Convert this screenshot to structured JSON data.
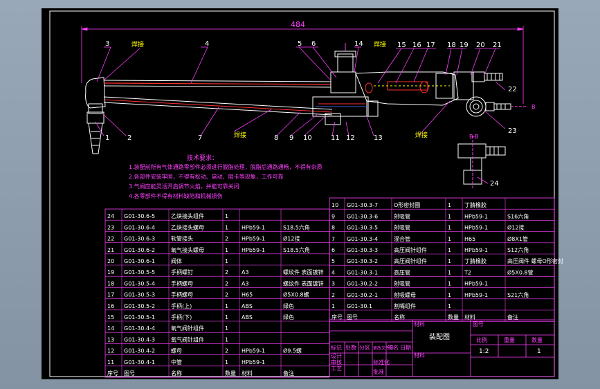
{
  "colors": {
    "background": "#000000",
    "frame": "#ffffff",
    "outline": "#ffffff",
    "dimension": "#ff40ff",
    "table": "#ff40ff",
    "red": "#ff3030",
    "yellow": "#ffff00",
    "accent_blue": "#3a5fcd"
  },
  "drawing": {
    "overall_dim": "484",
    "weld_labels": [
      "焊接",
      "焊接",
      "焊接",
      "焊接"
    ],
    "section_label": "B-B",
    "arrow_label": "B",
    "balloons": [
      "3",
      "4",
      "5",
      "6",
      "14",
      "15",
      "16",
      "17",
      "18",
      "19",
      "20",
      "21",
      "22",
      "23",
      "24",
      "1",
      "2",
      "7",
      "8",
      "9",
      "10",
      "11",
      "12",
      "13"
    ]
  },
  "tech_req": {
    "title": "技术要求：",
    "items": [
      "1.装配前所有气体通路零部件必须进行脱脂处理，脱脂后通路通畅，不得有杂质",
      "2.各部件安装牢固，不得有松动、晃动、阻卡等现象，工作可靠",
      "3.气阀应能灵活开启调节火焰，并能可靠关闭",
      "4.各零部件不得有材料缺陷和机械损伤"
    ]
  },
  "bom_left": [
    [
      "24",
      "G01-30.6-5",
      "乙炔接头组件",
      "1",
      "",
      "",
      ""
    ],
    [
      "23",
      "G01-30.6-4",
      "乙炔接头螺母",
      "1",
      "HPb59-1",
      "S18.5六角",
      ""
    ],
    [
      "22",
      "G01-30.6-3",
      "软管接头",
      "2",
      "HPb59-1",
      "Ø12接",
      ""
    ],
    [
      "21",
      "G01-30.6-2",
      "氧气接头螺母",
      "1",
      "HPb59-1",
      "S18.5六角",
      ""
    ],
    [
      "20",
      "G01-30.6-1",
      "阀体",
      "1",
      "",
      "",
      ""
    ],
    [
      "19",
      "G01-30.5-5",
      "手柄螺钉",
      "2",
      "A3",
      "螺纹件 表面镀锌",
      ""
    ],
    [
      "18",
      "G01-30.5-4",
      "手柄螺母",
      "2",
      "A3",
      "螺纹件 表面镀锌",
      ""
    ],
    [
      "17",
      "G01-30.5-3",
      "手柄螺母",
      "2",
      "H65",
      "Ø5X0.8螺",
      ""
    ],
    [
      "16",
      "G01-30.5-2",
      "手柄(上)",
      "1",
      "ABS",
      "绿色",
      ""
    ],
    [
      "15",
      "G01-30.5-1",
      "手柄(下)",
      "1",
      "ABS",
      "绿色",
      ""
    ],
    [
      "14",
      "G01-30.4-4",
      "氧气阀针组件",
      "1",
      "",
      "",
      ""
    ],
    [
      "13",
      "G01-30.4-3",
      "氧气阀针组件",
      "1",
      "",
      "",
      ""
    ],
    [
      "12",
      "G01-30.4-2",
      "螺母",
      "2",
      "HPb59-1",
      "Ø9.5螺",
      ""
    ],
    [
      "11",
      "G01-30.4-1",
      "中管",
      "1",
      "HPb59-1",
      "",
      ""
    ]
  ],
  "bom_left_header": [
    "序号",
    "图号",
    "名称",
    "数量",
    "材料",
    "备注",
    ""
  ],
  "bom_right": [
    [
      "10",
      "G01-30.3-7",
      "O形密封圈",
      "1",
      "丁腈橡胶",
      "",
      ""
    ],
    [
      "9",
      "G01-30.3-6",
      "射吸管",
      "1",
      "HPb59-1",
      "S16六角",
      ""
    ],
    [
      "8",
      "G01-30.3-5",
      "射吸管",
      "1",
      "HPb59-1",
      "Ø12接",
      ""
    ],
    [
      "7",
      "G01-30.3-4",
      "混合管",
      "1",
      "H65",
      "Ø8X1管",
      ""
    ],
    [
      "6",
      "G01-30.3-3",
      "高压阀针组件",
      "1",
      "HPb59-1",
      "S12六角",
      ""
    ],
    [
      "5",
      "G01-30.3-2",
      "高压阀针组件",
      "1",
      "丁腈橡胶",
      "高压阀件 螺母O形密封",
      ""
    ],
    [
      "4",
      "G01-30.3-1",
      "高压管",
      "1",
      "T2",
      "Ø5X0.8管",
      ""
    ],
    [
      "3",
      "G01-30.2-2",
      "射吸管",
      "1",
      "HPb59-1",
      "",
      ""
    ],
    [
      "2",
      "G01-30.2-1",
      "射吸螺母",
      "1",
      "HPb59-1",
      "S21六角",
      ""
    ],
    [
      "1",
      "G01-30.1",
      "割嘴组件",
      "1",
      "",
      "",
      ""
    ]
  ],
  "bom_right_header": [
    "序号",
    "图号",
    "名称",
    "数量",
    "材料",
    "备注",
    ""
  ],
  "title_block": {
    "drawing_name": "装配图",
    "scale": "1:2",
    "sheet": "1",
    "col_labels": [
      "比例",
      "重量",
      "数量"
    ],
    "sign_labels": [
      "标记",
      "处数",
      "分区",
      "更改文件号",
      "签名",
      "日期"
    ],
    "role_labels": [
      "设计",
      "审核",
      "工艺",
      "标准化",
      "批准"
    ],
    "top_label_left": "材料",
    "top_label_right": "图号",
    "material_label": "材料"
  }
}
